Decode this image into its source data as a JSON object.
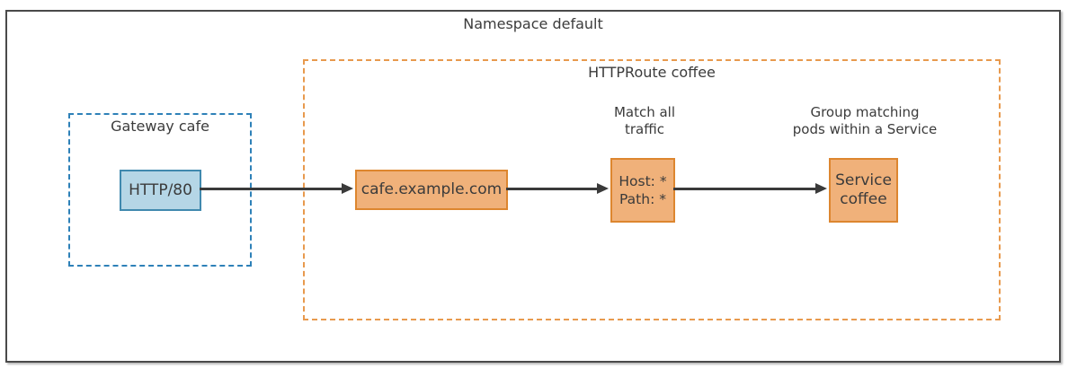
{
  "namespace": {
    "label": "Namespace default"
  },
  "gateway": {
    "label": "Gateway cafe",
    "listener": {
      "label": "HTTP/80"
    }
  },
  "httproute": {
    "label": "HTTPRoute coffee",
    "hostname": {
      "label": "cafe.example.com"
    },
    "match": {
      "annotation_line1": "Match all",
      "annotation_line2": "traffic",
      "rule_line1": "Host: *",
      "rule_line2": "Path: *"
    },
    "service": {
      "annotation_line1": "Group matching",
      "annotation_line2": "pods within a Service",
      "name_line1": "Service",
      "name_line2": "coffee"
    }
  },
  "colors": {
    "gateway_group_border": "#2e81b8",
    "gateway_node_fill": "#b5d6e6",
    "gateway_node_border": "#4089ae",
    "route_group_border": "#e89a4e",
    "route_node_fill": "#f0b17a",
    "route_node_border": "#dd862f",
    "arrow": "#3a3a3a",
    "text": "#3b3b3b",
    "outer_border": "#4a4a4a"
  }
}
